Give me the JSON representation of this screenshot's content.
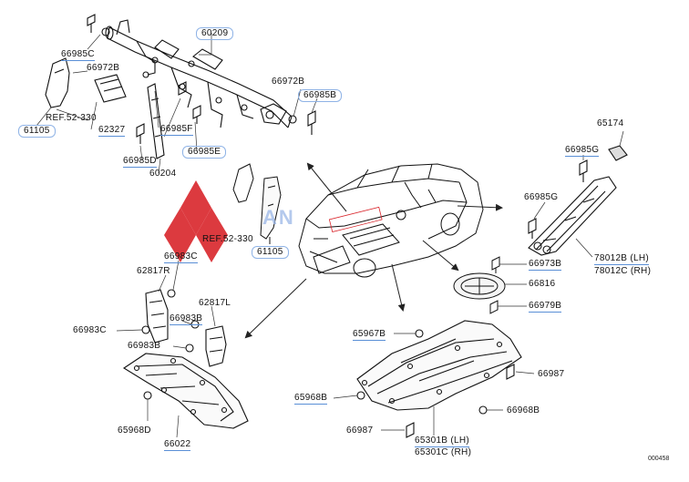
{
  "watermark": {
    "brand": "AN",
    "brand_color": "#d9252b",
    "accent_color": "#9bb7e8"
  },
  "footer": {
    "figure_code": "000458"
  },
  "labels": {
    "p66985C": "66985C",
    "p66972B_a": "66972B",
    "p60209": "60209",
    "p66972B_b": "66972B",
    "p66985B": "66985B",
    "ref52330_a": "REF.52-330",
    "p62327": "62327",
    "p66985F": "66985F",
    "p61105_a": "61105",
    "p66985E": "66985E",
    "p66985D": "66985D",
    "p60204": "60204",
    "ref52330_b": "REF.52-330",
    "p61105_b": "61105",
    "p65174": "65174",
    "p66985G_a": "66985G",
    "p66985G_b": "66985G",
    "p78012B": "78012B (LH)",
    "p78012C": "78012C (RH)",
    "p66973B": "66973B",
    "p66816": "66816",
    "p66979B": "66979B",
    "p66983C_a": "66983C",
    "p62817R": "62817R",
    "p62817L": "62817L",
    "p66983B_a": "66983B",
    "p66983C_b": "66983C",
    "p66983B_b": "66983B",
    "p65968D": "65968D",
    "p66022": "66022",
    "p65967B": "65967B",
    "p66987_a": "66987",
    "p65968B_a": "65968B",
    "p66968B_b": "66968B",
    "p66987_b": "66987",
    "p65301B": "65301B (LH)",
    "p65301C": "65301C (RH)"
  }
}
